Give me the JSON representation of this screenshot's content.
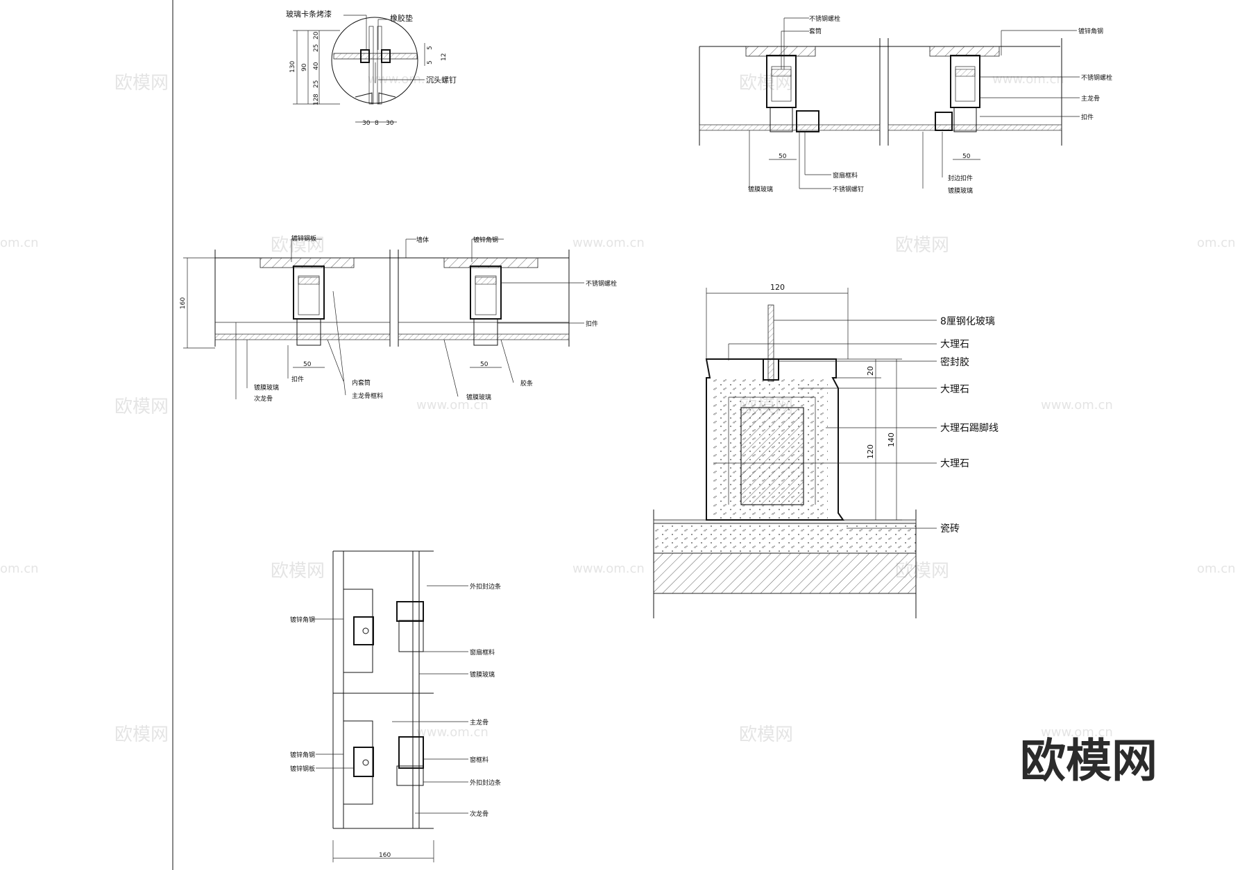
{
  "detail_glass_clip": {
    "labels": {
      "top_left": "玻璃卡条烤漆",
      "top_right": "橡胶垫",
      "screw": "沉头螺钉"
    },
    "dims_vertical": [
      "130",
      "90",
      "20",
      "25",
      "40",
      "25",
      "8",
      "12"
    ],
    "dims_right": [
      "5",
      "5",
      "12"
    ],
    "dims_bottom": [
      "30",
      "8",
      "30"
    ]
  },
  "detail_top_right": {
    "labels_left": {
      "bolt": "不锈钢螺栓",
      "sleeve": "套筒",
      "glass": "镀膜玻璃",
      "frame": "窗扇框料",
      "screw": "不锈钢螺钉",
      "dim": "50"
    },
    "labels_right": {
      "angle": "镀锌角钢",
      "bolt": "不锈钢螺栓",
      "main": "主龙骨",
      "clip": "扣件",
      "edge_clip": "封边扣件",
      "glass": "镀膜玻璃",
      "dim": "50"
    }
  },
  "detail_mid_left": {
    "labels": {
      "plate": "镀锌钢板",
      "wall": "墙体",
      "angle": "镀锌角钢",
      "bolt": "不锈钢螺栓",
      "clip_r": "扣件",
      "clip_l": "扣件",
      "glass_l": "镀膜玻璃",
      "secondary": "次龙骨",
      "sleeve": "内套筒",
      "main_frame": "主龙骨框料",
      "glass_r": "镀膜玻璃",
      "gasket": "胶条",
      "dim_left": "160",
      "dim_a": "50",
      "dim_b": "50"
    }
  },
  "detail_marble": {
    "labels": {
      "glass": "8厘钢化玻璃",
      "marble1": "大理石",
      "sealant": "密封胶",
      "marble2": "大理石",
      "skirting": "大理石踢脚线",
      "marble3": "大理石",
      "tile": "瓷砖"
    },
    "dims": {
      "top": "120",
      "d20": "20",
      "d120": "120",
      "d140": "140"
    }
  },
  "detail_vertical": {
    "labels": {
      "outer_edge_1": "外扣封边条",
      "angle_1": "镀锌角钢",
      "sash_frame": "窗扇框料",
      "glass": "镀膜玻璃",
      "main": "主龙骨",
      "angle_2": "镀锌角钢",
      "plate": "镀锌钢板",
      "window_frame": "窗框料",
      "outer_edge_2": "外扣封边条",
      "secondary": "次龙骨",
      "dim_bottom": "160"
    }
  },
  "watermark": {
    "cn": "欧模网",
    "url": "www.om.cn",
    "url2": "om.cn"
  },
  "logo": {
    "text": "欧模网"
  }
}
